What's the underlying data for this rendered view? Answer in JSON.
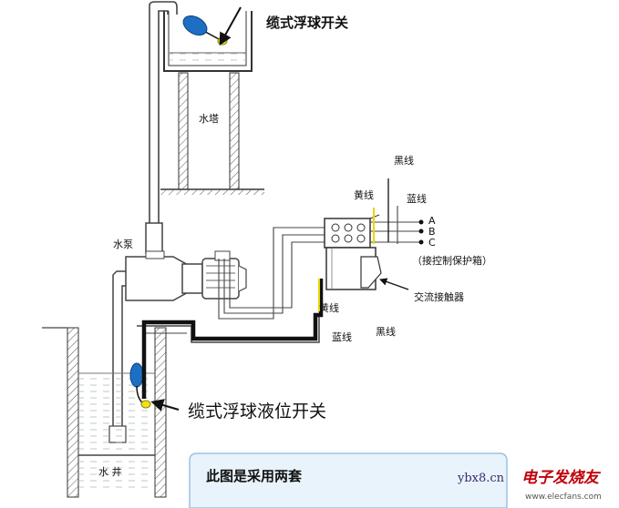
{
  "diagram": {
    "top_switch_label": "缆式浮球开关",
    "tower_label": "水塔",
    "pump_label": "水泵",
    "black_wire_top": "黑线",
    "yellow_wire_top": "黄线",
    "blue_wire_top": "蓝线",
    "terminal_a": "A",
    "terminal_b": "B",
    "terminal_c": "C",
    "control_box_note": "（接控制保护箱）",
    "contactor_label": "交流接触器",
    "yellow_wire_bottom": "黄线",
    "blue_wire_bottom": "蓝线",
    "black_wire_bottom": "黑线",
    "well_switch_label": "缆式浮球液位开关",
    "well_label": "水 井"
  },
  "banner": {
    "text": "此图是采用两套"
  },
  "watermark": {
    "site": "ybx8.cn",
    "brand": "电子发烧友",
    "url": "www.elecfans.com"
  },
  "colors": {
    "line": "#333333",
    "yellow_wire": "#e8d800",
    "float_blue": "#1d6fc4",
    "float_yellow": "#f2e21a",
    "banner_fill": "#e9f3fb",
    "banner_border": "#9bc3e3"
  }
}
